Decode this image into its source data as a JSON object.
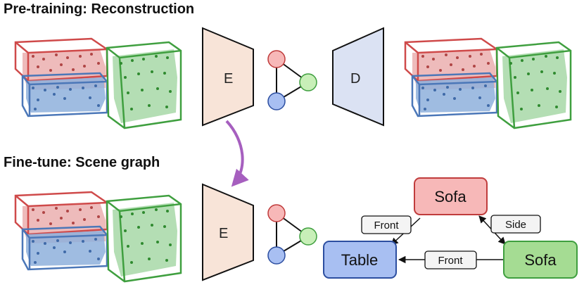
{
  "top_section": {
    "title": "Pre-training: Reconstruction",
    "encoder_label": "E",
    "decoder_label": "D"
  },
  "bottom_section": {
    "title": "Fine-tune: Scene graph",
    "encoder_label": "E"
  },
  "scene_graph": {
    "nodes": {
      "sofa_top": "Sofa",
      "table": "Table",
      "sofa_right": "Sofa"
    },
    "edges": {
      "front_left": "Front",
      "side": "Side",
      "front_bottom": "Front"
    }
  },
  "colors": {
    "red_object": "#e58a8a",
    "blue_object": "#7fa6d8",
    "green_object": "#6fbf6f",
    "encoder_fill": "#f8e4d8",
    "decoder_fill": "#dbe2f3",
    "arrow": "#a65fbf",
    "node_red": "#f7b8b8",
    "node_blue": "#a8bff2",
    "node_green": "#a5dc93"
  }
}
